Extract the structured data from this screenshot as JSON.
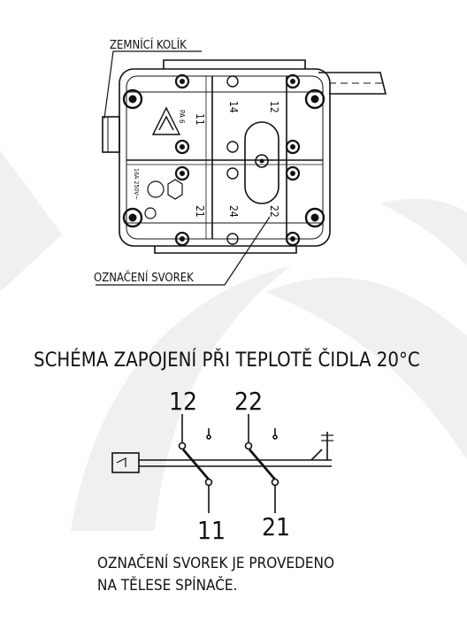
{
  "callouts": {
    "ground_pin": "ZEMNÍCÍ KOLÍK",
    "terminal_marking": "OZNAČENÍ SVOREK"
  },
  "housing": {
    "terminals": [
      "11",
      "14",
      "12",
      "21",
      "24",
      "22"
    ],
    "material_mark": "PA 6",
    "rating": "16A 250V~"
  },
  "schema": {
    "title": "SCHÉMA ZAPOJENÍ PŘI TEPLOTĚ ČIDLA 20°C",
    "top_left": "12",
    "top_right": "22",
    "bottom_left": "11",
    "bottom_right": "21"
  },
  "note": {
    "line1": "OZNAČENÍ SVOREK JE PROVEDENO",
    "line2": "NA TĚLESE SPÍNAČE."
  },
  "colors": {
    "ink": "#111111",
    "watermark": "#eef1ee"
  }
}
